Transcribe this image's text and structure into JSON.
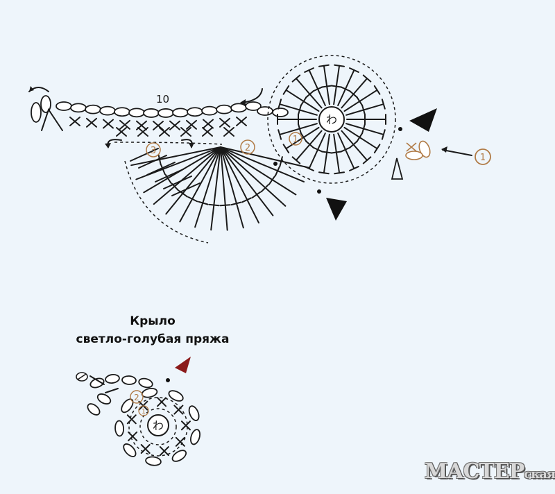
{
  "diagram": {
    "labels": {
      "chain_count": "10",
      "magic_ring_glyph": "わ",
      "row_1": "1",
      "row_2": "2",
      "row_3": "3"
    },
    "colors": {
      "line": "#1a1a1a",
      "row_marker": "#b07a45",
      "background": "#eef5fb"
    }
  },
  "wing": {
    "title": "Крыло",
    "subtitle": "светло-голубая пряжа",
    "magic_ring_glyph": "わ",
    "row_1": "1",
    "row_2": "2",
    "marker_color": "#8b1a1a"
  },
  "watermark": {
    "main": "МАСТЕР",
    "suffix": "ская"
  }
}
